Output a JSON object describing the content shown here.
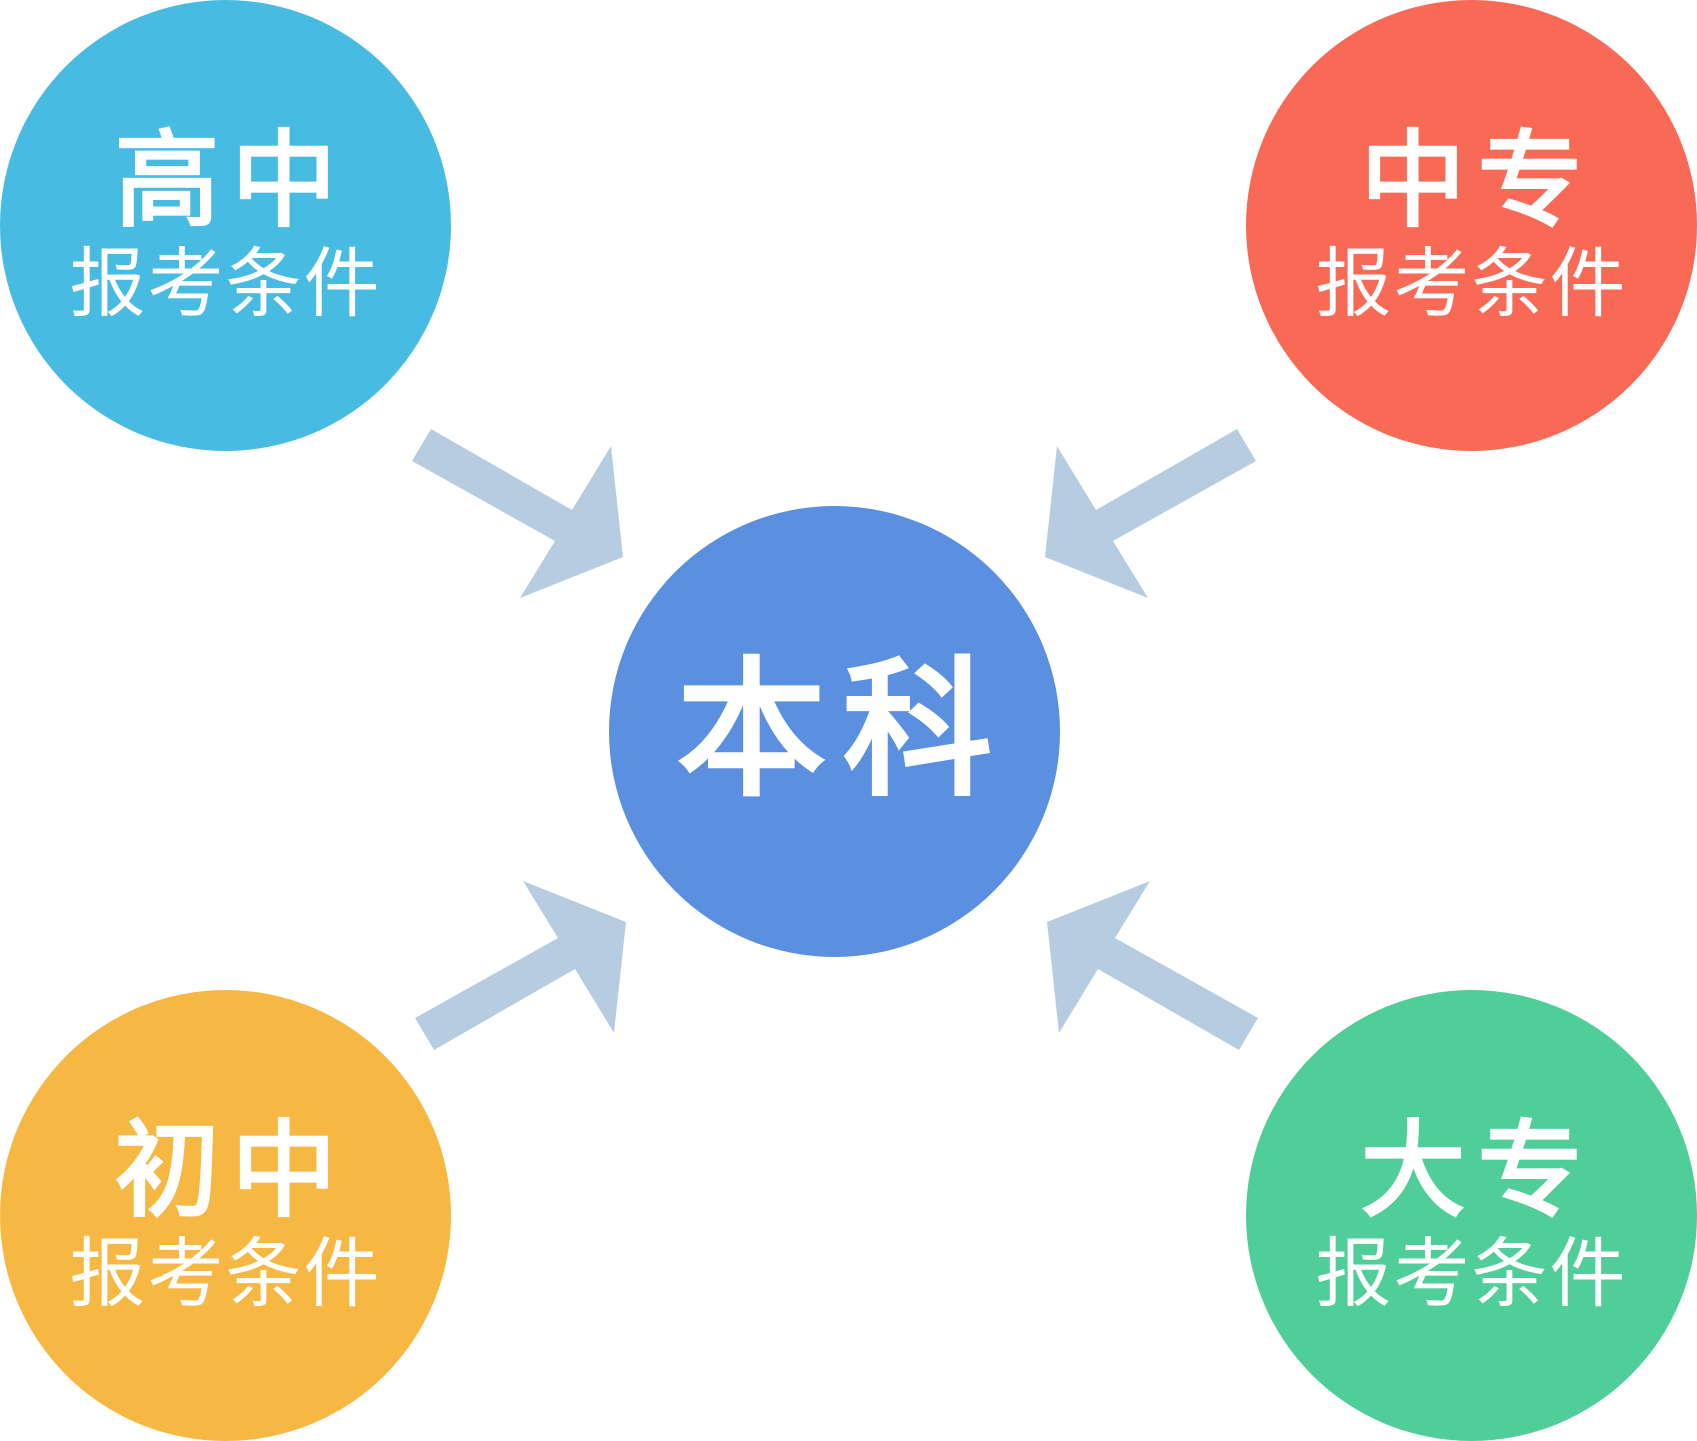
{
  "colors": {
    "gaozhong": "#48bbe3",
    "zhongzhuan": "#f86a55",
    "chuzhong": "#f7b843",
    "dazhuan": "#50ce99",
    "benke": "#5b8fe0",
    "arrow": "#b6cde1"
  },
  "nodes": {
    "gaozhong": {
      "title": "高中",
      "subtitle": "报考条件"
    },
    "zhongzhuan": {
      "title": "中专",
      "subtitle": "报考条件"
    },
    "chuzhong": {
      "title": "初中",
      "subtitle": "报考条件"
    },
    "dazhuan": {
      "title": "大专",
      "subtitle": "报考条件"
    },
    "benke": {
      "title": "本科"
    }
  }
}
